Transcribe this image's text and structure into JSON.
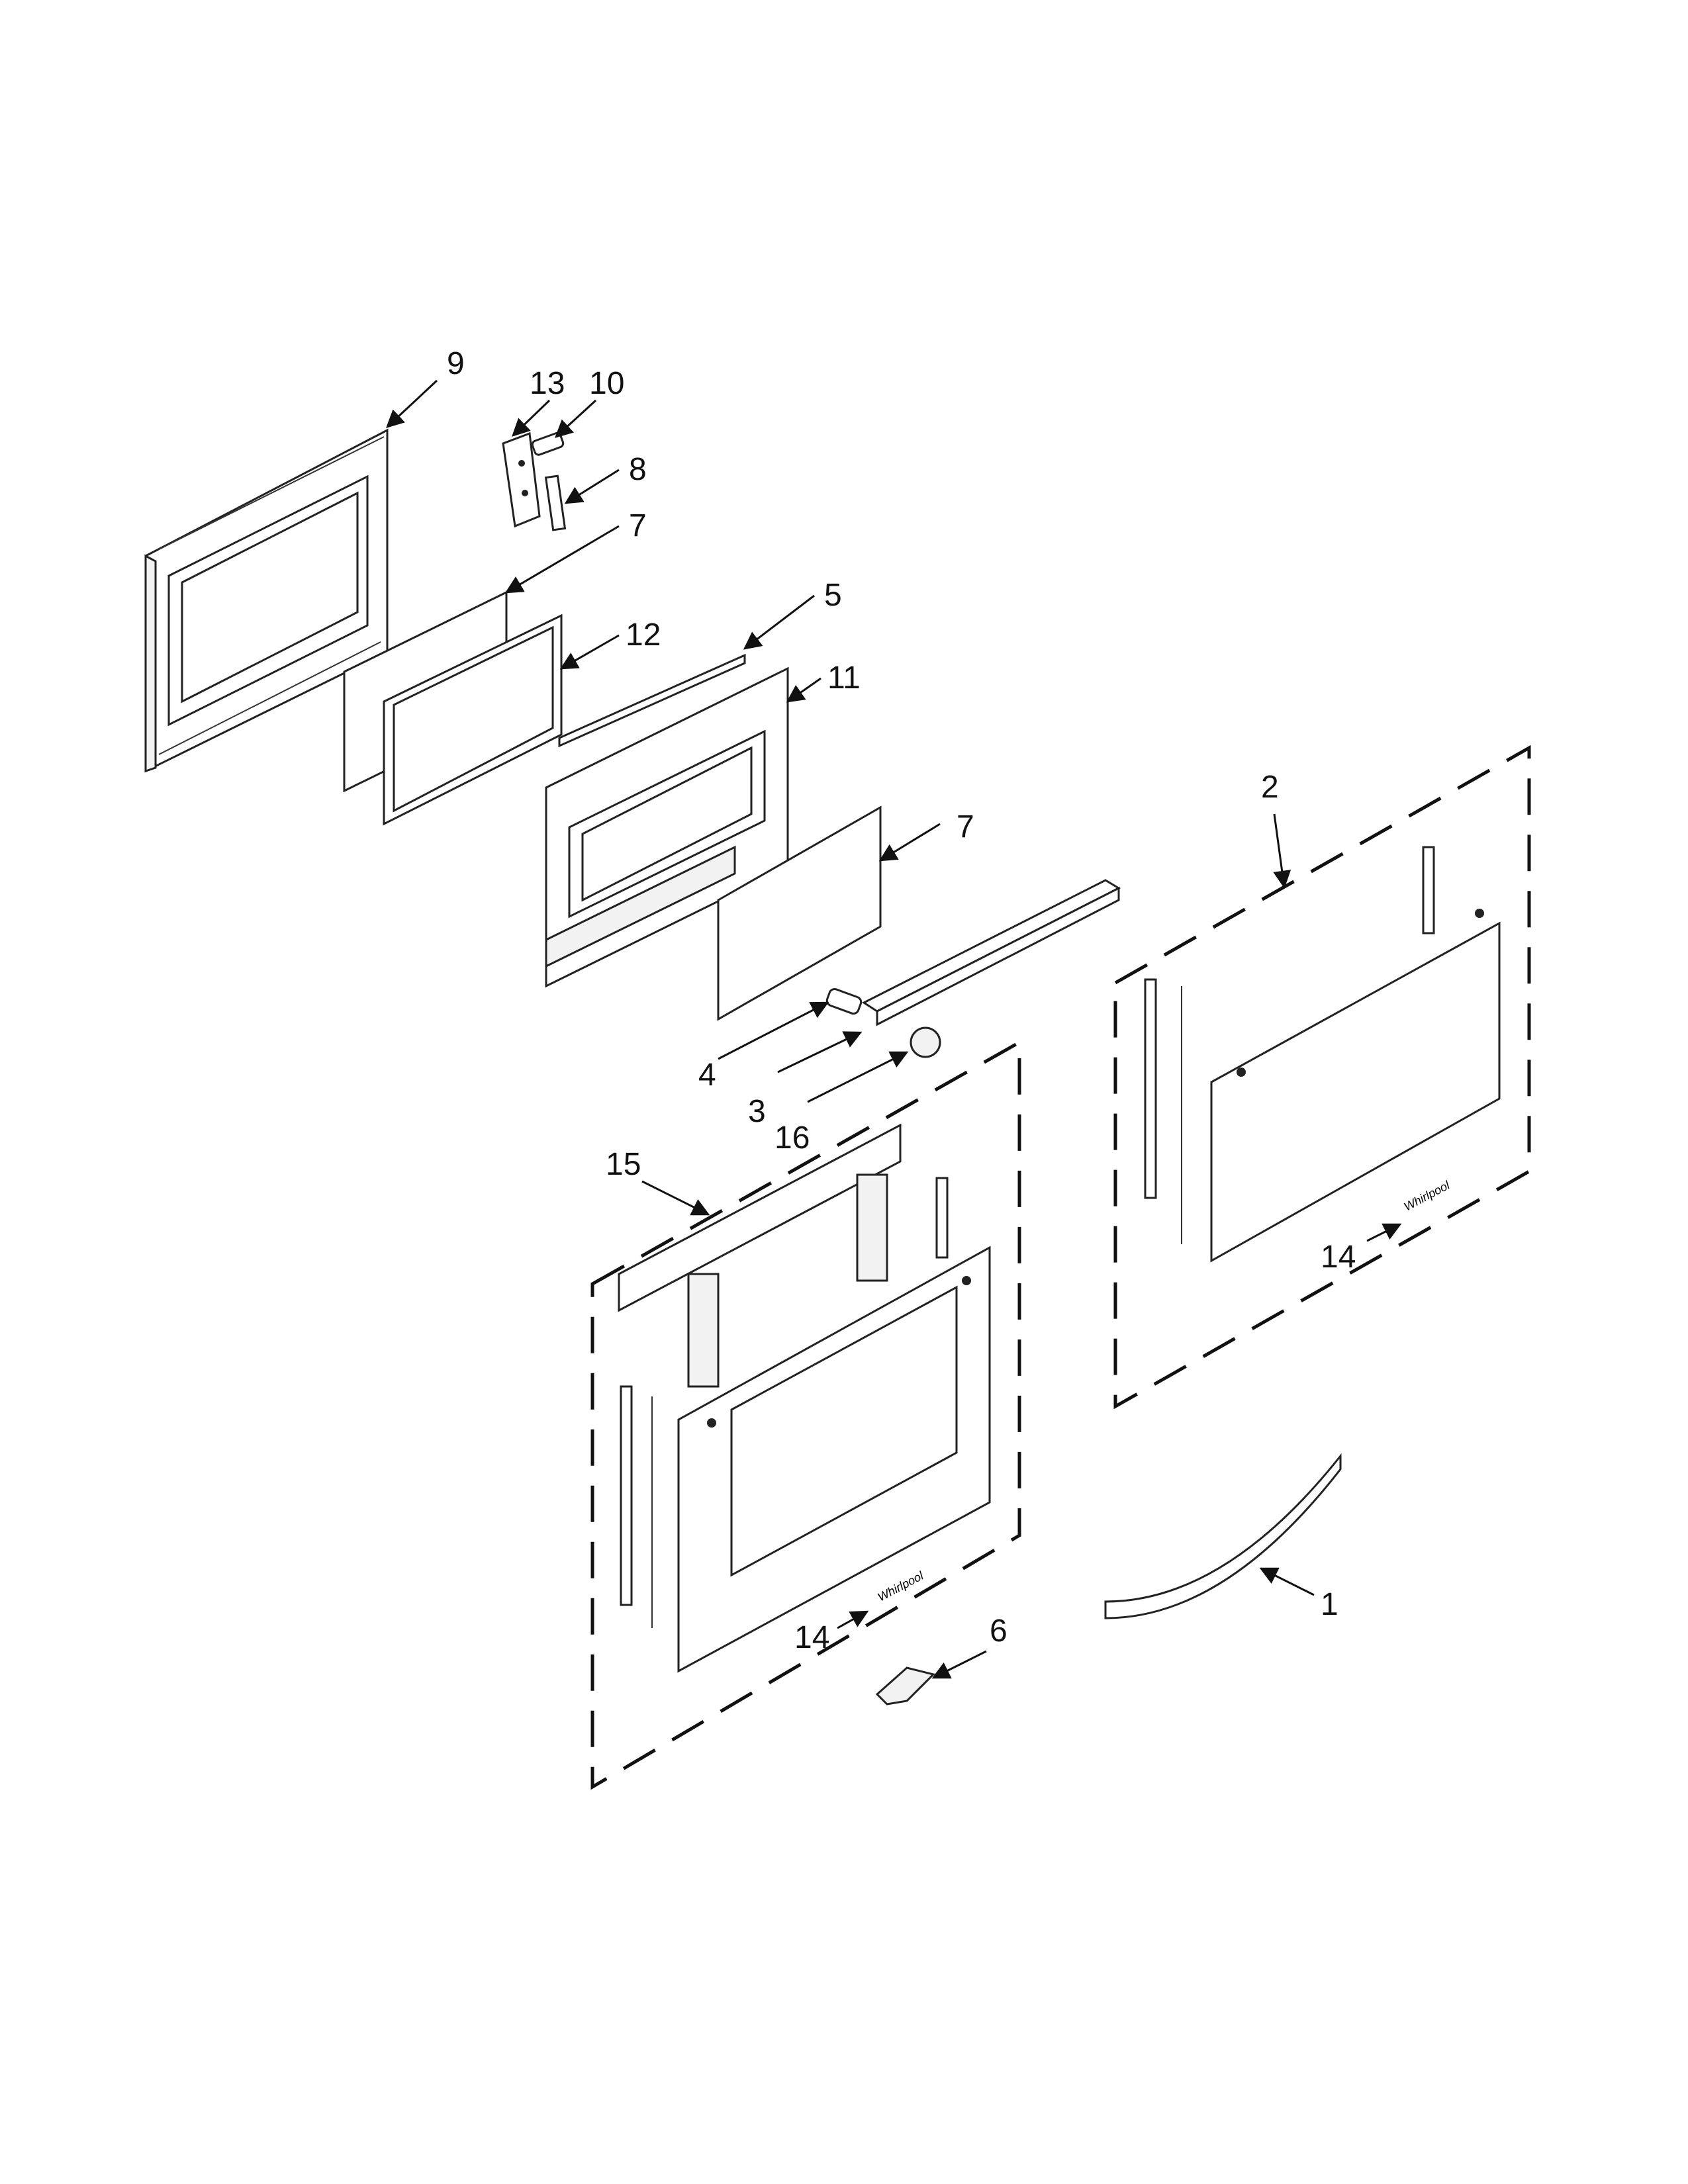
{
  "diagram": {
    "callouts": [
      {
        "id": "c9",
        "text": "9"
      },
      {
        "id": "c13",
        "text": "13"
      },
      {
        "id": "c10",
        "text": "10"
      },
      {
        "id": "c8",
        "text": "8"
      },
      {
        "id": "c7a",
        "text": "7"
      },
      {
        "id": "c5",
        "text": "5"
      },
      {
        "id": "c12",
        "text": "12"
      },
      {
        "id": "c11",
        "text": "11"
      },
      {
        "id": "c7b",
        "text": "7"
      },
      {
        "id": "c2",
        "text": "2"
      },
      {
        "id": "c4",
        "text": "4"
      },
      {
        "id": "c3",
        "text": "3"
      },
      {
        "id": "c16",
        "text": "16"
      },
      {
        "id": "c15",
        "text": "15"
      },
      {
        "id": "c14a",
        "text": "14"
      },
      {
        "id": "c14b",
        "text": "14"
      },
      {
        "id": "c6",
        "text": "6"
      },
      {
        "id": "c1",
        "text": "1"
      }
    ]
  }
}
